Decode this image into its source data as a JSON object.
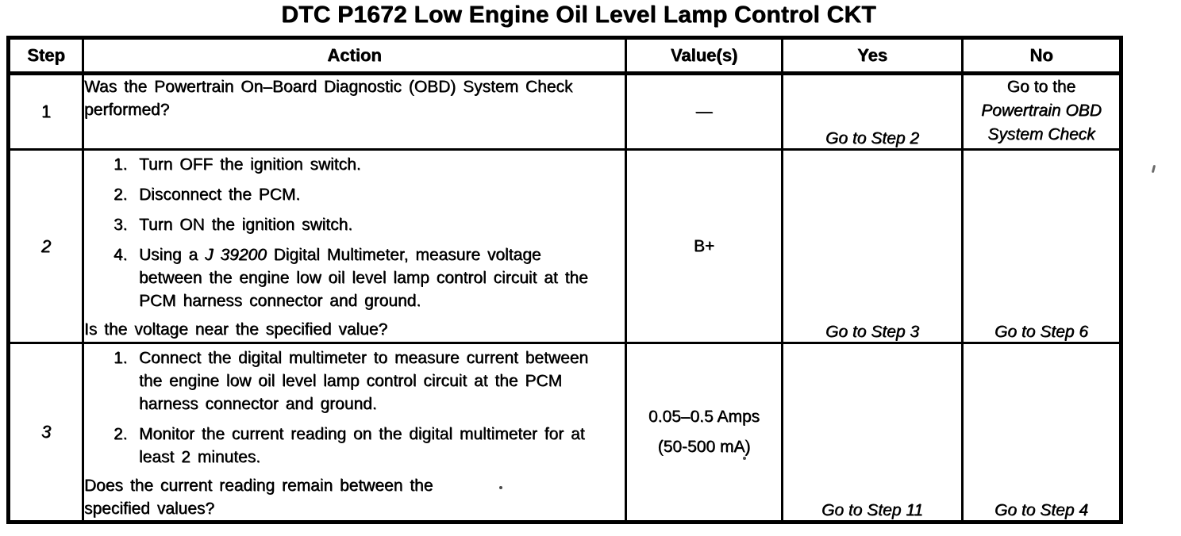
{
  "title": "DTC P1672 Low Engine Oil Level Lamp Control CKT",
  "colors": {
    "ink": "#000000",
    "paper": "#ffffff"
  },
  "table": {
    "headers": [
      "Step",
      "Action",
      "Value(s)",
      "Yes",
      "No"
    ],
    "rows": [
      {
        "step": "1",
        "question": "Was the Powertrain On–Board Diagnostic (OBD) System Check performed?",
        "value": "—",
        "yes": "Go to Step 2",
        "no_line1": "Go to the",
        "no_line2": "Powertrain OBD",
        "no_line3": "System Check"
      },
      {
        "step": "2",
        "items": [
          {
            "num": "1.",
            "text": "Turn OFF the ignition switch."
          },
          {
            "num": "2.",
            "text": "Disconnect the PCM."
          },
          {
            "num": "3.",
            "text": "Turn ON the ignition switch."
          },
          {
            "num": "4.",
            "pre": "Using a ",
            "tool": "J 39200",
            "post": " Digital Multimeter, measure voltage between the engine low oil level lamp control circuit at the PCM harness connector and ground."
          }
        ],
        "question": "Is the voltage near the specified value?",
        "value": "B+",
        "yes": "Go to Step 3",
        "no": "Go to Step 6"
      },
      {
        "step": "3",
        "items": [
          {
            "num": "1.",
            "text": "Connect the digital multimeter to measure current between the engine low oil level lamp control circuit at the PCM harness connector and ground."
          },
          {
            "num": "2.",
            "text": "Monitor the current reading on the digital multimeter for at least 2 minutes."
          }
        ],
        "question_line1": "Does the current reading remain between the",
        "question_line2": "specified values?",
        "value_line1": "0.05–0.5 Amps",
        "value_line2": "(50-500 mA)",
        "yes": "Go to Step 11",
        "no": "Go to Step 4"
      }
    ]
  }
}
